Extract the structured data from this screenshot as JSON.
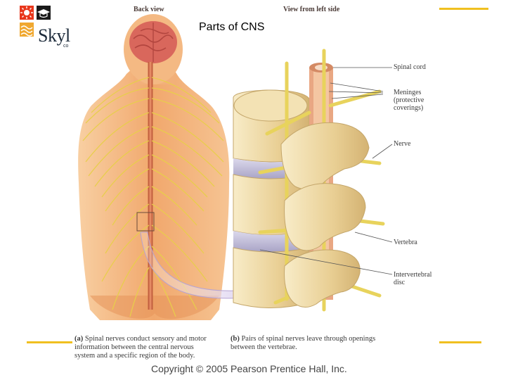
{
  "slide": {
    "title": "Parts of CNS"
  },
  "logo": {
    "brand_text": "Skyl",
    "sub_text": "co"
  },
  "figure": {
    "views": {
      "back": "Back view",
      "left_side": "View from left side"
    },
    "callouts": [
      {
        "lines": [
          "Spinal cord"
        ]
      },
      {
        "lines": [
          "Meninges",
          "(protective",
          "coverings)"
        ]
      },
      {
        "lines": [
          "Nerve"
        ]
      },
      {
        "lines": [
          "Vertebra"
        ]
      },
      {
        "lines": [
          "Intervertebral",
          "disc"
        ]
      }
    ],
    "captions": {
      "a": {
        "tag": "(a)",
        "lines": [
          "Spinal nerves conduct sensory and motor",
          "information between the central nervous",
          "system and a specific region of the body."
        ]
      },
      "b": {
        "tag": "(b)",
        "lines": [
          "Pairs of spinal nerves leave through openings",
          "between the vertebrae."
        ]
      }
    }
  },
  "footer": {
    "copyright": "Copyright © 2005 Pearson Prentice Hall, Inc."
  },
  "colors": {
    "accent": "#f0c020",
    "skin": "#f3b37e",
    "nerve": "#e8cf4a",
    "bone": "#efd9a6",
    "disc": "#c7c3dc"
  },
  "icons": [
    "sun-icon",
    "graduation-cap-icon",
    "wave-icon",
    "dots-icon"
  ]
}
